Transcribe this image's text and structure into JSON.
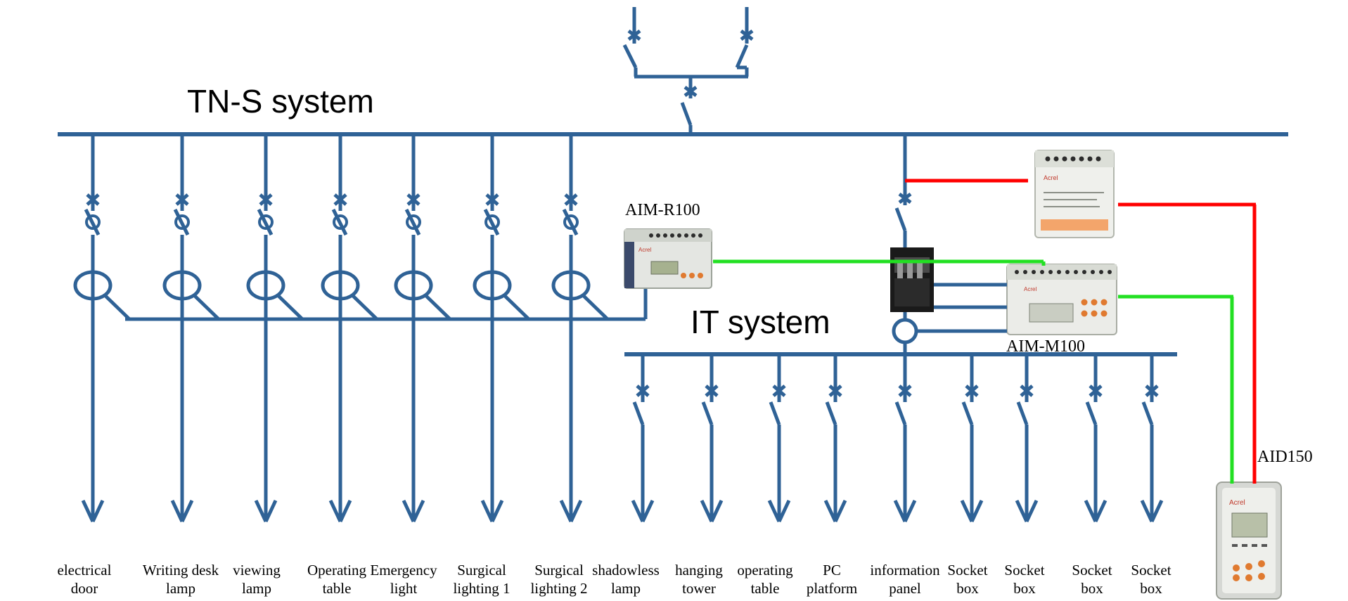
{
  "colors": {
    "wire": "#2f6296",
    "power_line": "#ff0000",
    "signal_line": "#22e022"
  },
  "systems": {
    "tns_label": "TN-S system",
    "it_label": "IT system"
  },
  "devices": {
    "aim_r100": "AIM-R100",
    "aim_m100": "AIM-M100",
    "aid150": "AID150",
    "aim_r100_brand": "Acrel",
    "aim_m100_brand": "Acrel",
    "power_module_brand": "Acrel",
    "aid150_brand": "Acrel"
  },
  "tns_loads": [
    {
      "line1": "electrical",
      "line2": "door"
    },
    {
      "line1": "Writing desk",
      "line2": "lamp"
    },
    {
      "line1": "viewing",
      "line2": "lamp"
    },
    {
      "line1": "Operating",
      "line2": "table"
    },
    {
      "line1": "Emergency",
      "line2": "light"
    },
    {
      "line1": "Surgical",
      "line2": "lighting 1"
    },
    {
      "line1": "Surgical",
      "line2": "lighting 2"
    }
  ],
  "it_loads": [
    {
      "line1": "shadowless",
      "line2": "lamp"
    },
    {
      "line1": "hanging",
      "line2": "tower"
    },
    {
      "line1": "operating",
      "line2": "table"
    },
    {
      "line1": "PC",
      "line2": "platform"
    },
    {
      "line1": "information",
      "line2": "panel"
    },
    {
      "line1": "Socket",
      "line2": "box"
    },
    {
      "line1": "Socket",
      "line2": "box"
    },
    {
      "line1": "Socket",
      "line2": "box"
    },
    {
      "line1": "Socket",
      "line2": "box"
    }
  ]
}
